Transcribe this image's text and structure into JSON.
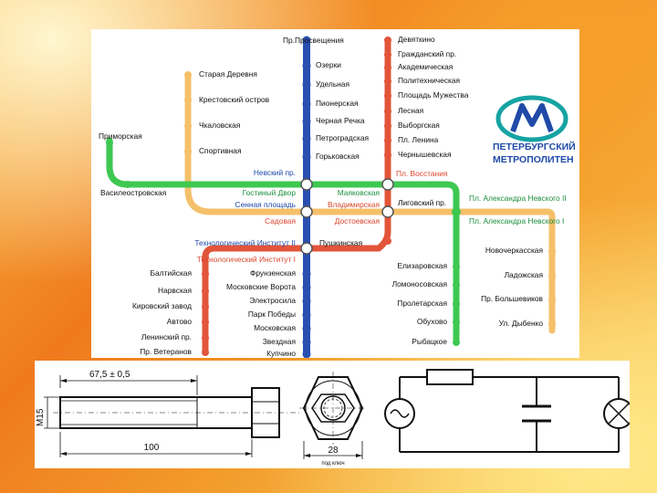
{
  "colors": {
    "line_blue": "#2a4fb0",
    "line_red": "#e2553a",
    "line_green": "#3ec851",
    "line_yellow": "#f5c06a",
    "logo_blue": "#1f4aa8",
    "logo_teal": "#16a3a3"
  },
  "metro": {
    "logo": {
      "line1": "ПЕТЕРБУРГСКИЙ",
      "line2": "МЕТРОПОЛИТЕН",
      "icon": "metro-m-logo-icon"
    },
    "blue_line": [
      "Пр.Просвещения",
      "Озерки",
      "Удельная",
      "Пионерская",
      "Черная Речка",
      "Петроградская",
      "Горьковская",
      "Невский пр.",
      "Сенная площадь",
      "Технологический Институт II",
      "Фрунзенская",
      "Московские Ворота",
      "Электросила",
      "Парк Победы",
      "Московская",
      "Звездная",
      "Купчино"
    ],
    "red_line": [
      "Девяткино",
      "Гражданский пр.",
      "Академическая",
      "Политехническая",
      "Площадь Мужества",
      "Лесная",
      "Выборгская",
      "Пл. Ленина",
      "Чернышевская",
      "Пл. Восстания",
      "Владимирская",
      "Пушкинская",
      "Технологический Институт I",
      "Балтийская",
      "Нарвская",
      "Кировский завод",
      "Автово",
      "Ленинский пр.",
      "Пр. Ветеранов"
    ],
    "green_line": [
      "Приморская",
      "Василеостровская",
      "Гостиный Двор",
      "Маяковская",
      "Пл. Александра Невского II",
      "Елизаровская",
      "Ломоносовская",
      "Пролетарская",
      "Обухово",
      "Рыбацкое"
    ],
    "yellow_line": [
      "Старая Деревня",
      "Крестовский остров",
      "Чкаловская",
      "Спортивная",
      "Садовая",
      "Достоевская",
      "Лиговский пр.",
      "Пл. Александра Невского I",
      "Новочеркасская",
      "Ладожская",
      "Пр. Большевиков",
      "Ул. Дыбенко"
    ]
  },
  "technical": {
    "bolt_thread": "М15",
    "bolt_length_thread": "67,5 ± 0,5",
    "bolt_length_total": "100",
    "nut_size": "28",
    "nut_note": "под ключ"
  }
}
